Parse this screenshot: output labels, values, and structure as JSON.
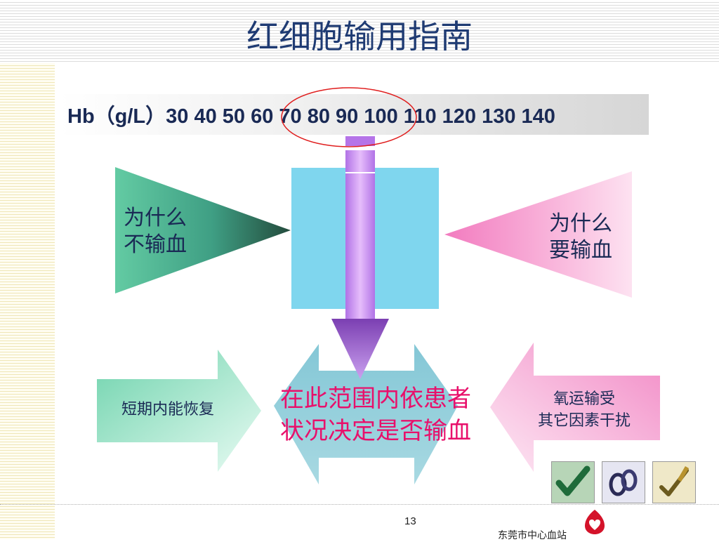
{
  "title": "红细胞输用指南",
  "hb_scale": "Hb（g/L）30 40 50 60 70 80 90 100 110 120 130 140",
  "left_triangle": {
    "line1": "为什么",
    "line2": "不输血"
  },
  "right_triangle": {
    "line1": "为什么",
    "line2": "要输血"
  },
  "left_arrow": {
    "text": "短期内能恢复"
  },
  "right_arrow": {
    "line1": "氧运输受",
    "line2": "其它因素干扰"
  },
  "center": {
    "line1": "在此范围内依患者",
    "line2": "状况决定是否输血"
  },
  "footer": {
    "page_number": "13",
    "organization": "东莞市中心血站"
  },
  "icons": [
    "checkmark-icon",
    "rings-icon",
    "pen-check-icon",
    "heart-logo-icon"
  ],
  "colors": {
    "title": "#1f3b73",
    "left_triangle": "#3a9e82",
    "right_triangle": "#f48cc4",
    "center_box": "#7fd6ee",
    "arrow": "#c27cf0",
    "center_text": "#e8106b",
    "left_arrow": "#7fd9b5",
    "right_arrow": "#f6a2cf"
  }
}
